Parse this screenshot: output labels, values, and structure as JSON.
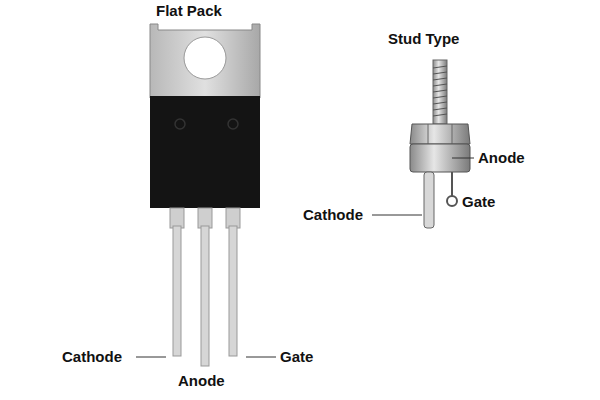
{
  "diagram": {
    "labels": [
      "Flat Pack",
      "Stud Type",
      "Anode",
      "Gate",
      "Cathode",
      "Cathode",
      "Gate",
      "Anode"
    ]
  }
}
